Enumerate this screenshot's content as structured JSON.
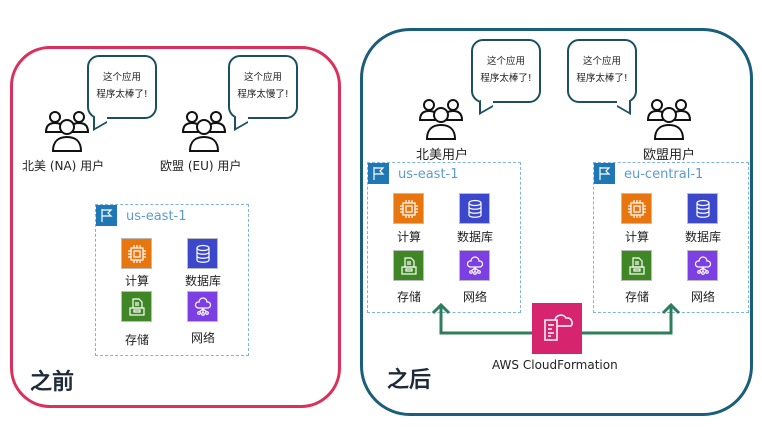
{
  "before": {
    "title": "之前",
    "bubbles": [
      {
        "line1": "这个应用",
        "line2": "程序太棒了!"
      },
      {
        "line1": "这个应用",
        "line2": "程序太慢了!"
      }
    ],
    "users": [
      "北美 (NA) 用户",
      "欧盟 (EU) 用户"
    ],
    "region": {
      "name": "us-east-1",
      "services": [
        "计算",
        "数据库",
        "存储",
        "网络"
      ]
    }
  },
  "after": {
    "title": "之后",
    "bubbles": [
      {
        "line1": "这个应用",
        "line2": "程序太棒了!"
      },
      {
        "line1": "这个应用",
        "line2": "程序太棒了!"
      }
    ],
    "users": [
      "北美用户",
      "欧盟用户"
    ],
    "regions": [
      {
        "name": "us-east-1",
        "services": [
          "计算",
          "数据库",
          "存储",
          "网络"
        ]
      },
      {
        "name": "eu-central-1",
        "services": [
          "计算",
          "数据库",
          "存储",
          "网络"
        ]
      }
    ],
    "cloudformation": "AWS CloudFormation"
  },
  "colors": {
    "before_border": "#dc2f5c",
    "after_border": "#1b5e7b",
    "arrow": "#2e7d5b",
    "compute": "#e8760f",
    "database": "#3b48cc",
    "storage": "#3f8624",
    "network": "#7b3fe4",
    "cloudformation": "#d6246e"
  }
}
